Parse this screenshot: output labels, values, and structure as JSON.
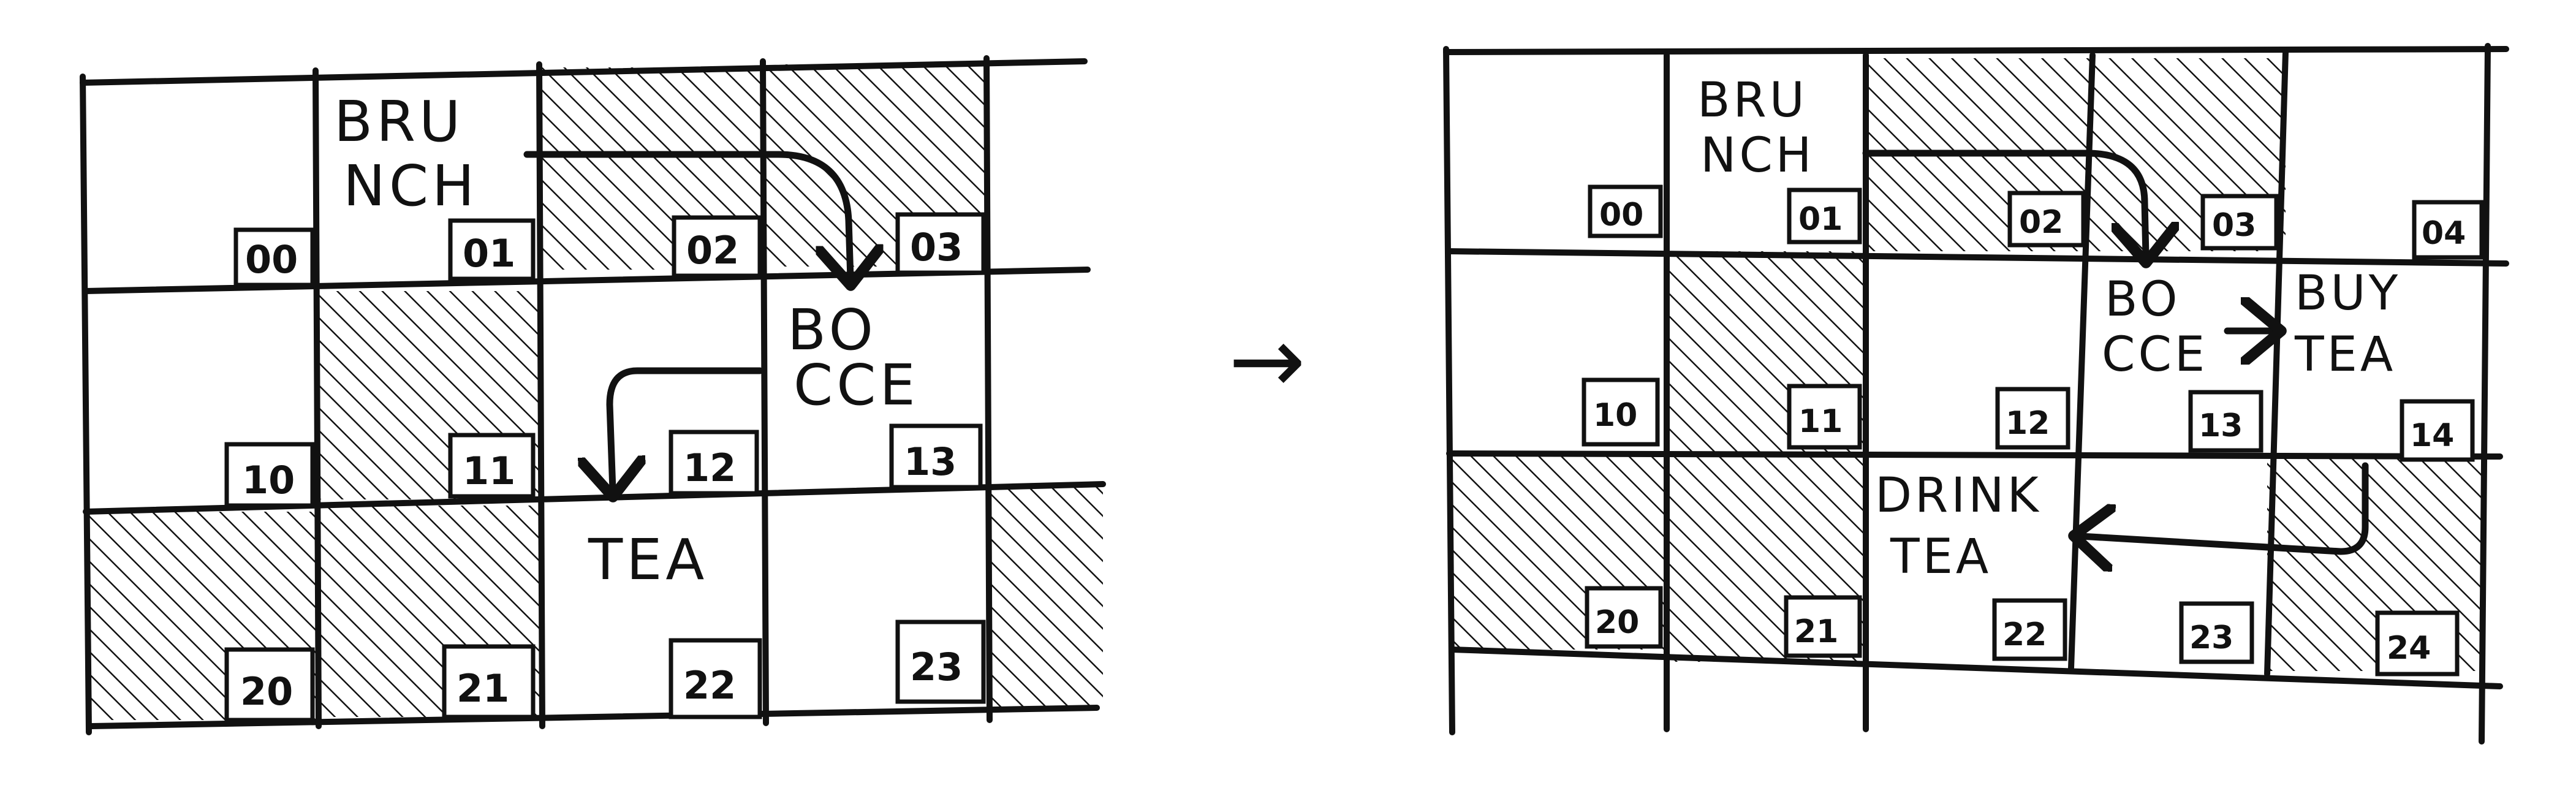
{
  "left_grid": {
    "cells": [
      {
        "id": "00",
        "text": "",
        "shaded": false
      },
      {
        "id": "01",
        "text": "BRU NCH",
        "shaded": false
      },
      {
        "id": "02",
        "text": "",
        "shaded": true
      },
      {
        "id": "03",
        "text": "",
        "shaded": true
      },
      {
        "id": "10",
        "text": "",
        "shaded": false
      },
      {
        "id": "11",
        "text": "",
        "shaded": true
      },
      {
        "id": "12",
        "text": "",
        "shaded": false
      },
      {
        "id": "13",
        "text": "BO CCE",
        "shaded": false
      },
      {
        "id": "20",
        "text": "",
        "shaded": true
      },
      {
        "id": "21",
        "text": "",
        "shaded": true
      },
      {
        "id": "22",
        "text": "TEA",
        "shaded": false
      },
      {
        "id": "23",
        "text": "",
        "shaded": false
      }
    ],
    "labels": {
      "brunch_line1": "BRU",
      "brunch_line2": "NCH",
      "bocce_line1": "BO",
      "bocce_line2": "CCE",
      "tea": "TEA",
      "n00": "00",
      "n01": "01",
      "n02": "02",
      "n03": "03",
      "n10": "10",
      "n11": "11",
      "n12": "12",
      "n13": "13",
      "n20": "20",
      "n21": "21",
      "n22": "22",
      "n23": "23"
    }
  },
  "transition_arrow": "→",
  "right_grid": {
    "cells": [
      {
        "id": "00",
        "text": "",
        "shaded": false
      },
      {
        "id": "01",
        "text": "BRU NCH",
        "shaded": false
      },
      {
        "id": "02",
        "text": "",
        "shaded": true
      },
      {
        "id": "03",
        "text": "",
        "shaded": true
      },
      {
        "id": "04",
        "text": "",
        "shaded": false
      },
      {
        "id": "10",
        "text": "",
        "shaded": false
      },
      {
        "id": "11",
        "text": "",
        "shaded": true
      },
      {
        "id": "12",
        "text": "",
        "shaded": false
      },
      {
        "id": "13",
        "text": "BO CCE",
        "shaded": false
      },
      {
        "id": "14",
        "text": "BUY TEA",
        "shaded": false
      },
      {
        "id": "20",
        "text": "",
        "shaded": true
      },
      {
        "id": "21",
        "text": "",
        "shaded": true
      },
      {
        "id": "22",
        "text": "DRINK TEA",
        "shaded": false
      },
      {
        "id": "23",
        "text": "",
        "shaded": false
      },
      {
        "id": "24",
        "text": "",
        "shaded": true
      }
    ],
    "labels": {
      "brunch_line1": "BRU",
      "brunch_line2": "NCH",
      "bocce_line1": "BO",
      "bocce_line2": "CCE",
      "buy_line1": "BUY",
      "buy_line2": "TEA",
      "drink_line1": "DRINK",
      "drink_line2": "TEA",
      "n00": "00",
      "n01": "01",
      "n02": "02",
      "n03": "03",
      "n04": "04",
      "n10": "10",
      "n11": "11",
      "n12": "12",
      "n13": "13",
      "n14": "14",
      "n20": "20",
      "n21": "21",
      "n22": "22",
      "n23": "23",
      "n24": "24"
    }
  }
}
